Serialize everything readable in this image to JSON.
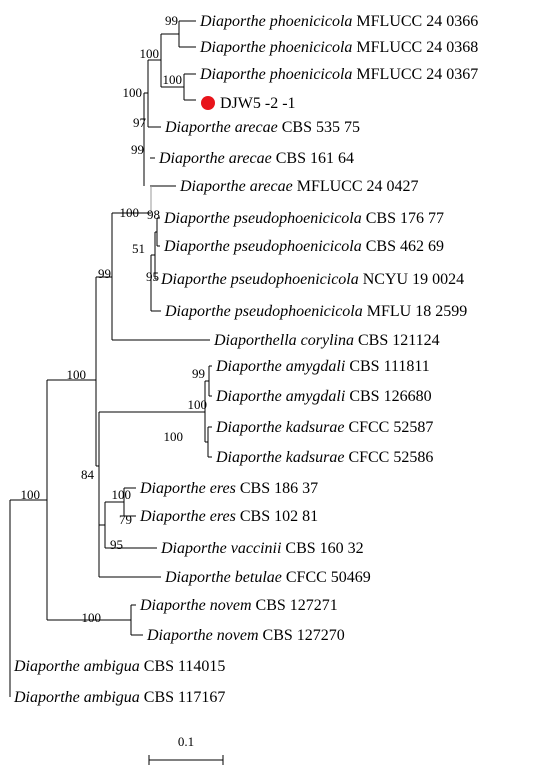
{
  "colors": {
    "line": "#000000",
    "highlight_marker": "#e8141b",
    "grey_branch": "#9a9a9a"
  },
  "taxa": [
    {
      "species": "Diaporthe phoenicicola",
      "strain": "MFLUCC 24 0366"
    },
    {
      "species": "Diaporthe phoenicicola",
      "strain": "MFLUCC 24 0368"
    },
    {
      "species": "Diaporthe phoenicicola",
      "strain": "MFLUCC 24 0367"
    },
    {
      "species": "",
      "strain": "DJW5 -2 -1",
      "highlight": true
    },
    {
      "species": "Diaporthe arecae",
      "strain": "CBS 535 75"
    },
    {
      "species": "Diaporthe arecae",
      "strain": "CBS 161 64"
    },
    {
      "species": "Diaporthe arecae",
      "strain": "MFLUCC 24 0427"
    },
    {
      "species": "Diaporthe pseudophoenicicola",
      "strain": "CBS 176 77"
    },
    {
      "species": "Diaporthe pseudophoenicicola",
      "strain": "CBS 462 69"
    },
    {
      "species": "Diaporthe pseudophoenicicola",
      "strain": "NCYU 19 0024"
    },
    {
      "species": "Diaporthe pseudophoenicicola",
      "strain": "MFLU 18 2599"
    },
    {
      "species": "Diaporthella corylina",
      "strain": "CBS 121124"
    },
    {
      "species": "Diaporthe amygdali",
      "strain": "CBS 111811"
    },
    {
      "species": "Diaporthe amygdali",
      "strain": "CBS 126680"
    },
    {
      "species": "Diaporthe kadsurae",
      "strain": "CFCC 52587"
    },
    {
      "species": "Diaporthe kadsurae",
      "strain": "CFCC 52586"
    },
    {
      "species": "Diaporthe eres",
      "strain": "CBS 186 37"
    },
    {
      "species": "Diaporthe eres",
      "strain": "CBS 102 81"
    },
    {
      "species": "Diaporthe vaccinii",
      "strain": "CBS 160 32"
    },
    {
      "species": "Diaporthe betulae",
      "strain": "CFCC 50469"
    },
    {
      "species": "Diaporthe novem",
      "strain": "CBS 127271"
    },
    {
      "species": "Diaporthe novem",
      "strain": "CBS 127270"
    },
    {
      "species": "Diaporthe ambigua",
      "strain": "CBS 114015"
    },
    {
      "species": "Diaporthe ambigua",
      "strain": "CBS 117167"
    }
  ],
  "bootstrap": [
    "99",
    "100",
    "100",
    "100",
    "97",
    "99",
    "100",
    "98",
    "51",
    "95",
    "99",
    "100",
    "99",
    "100",
    "100",
    "84",
    "100",
    "79",
    "95",
    "100",
    "100"
  ],
  "scale_bar": {
    "label": "0.1"
  }
}
